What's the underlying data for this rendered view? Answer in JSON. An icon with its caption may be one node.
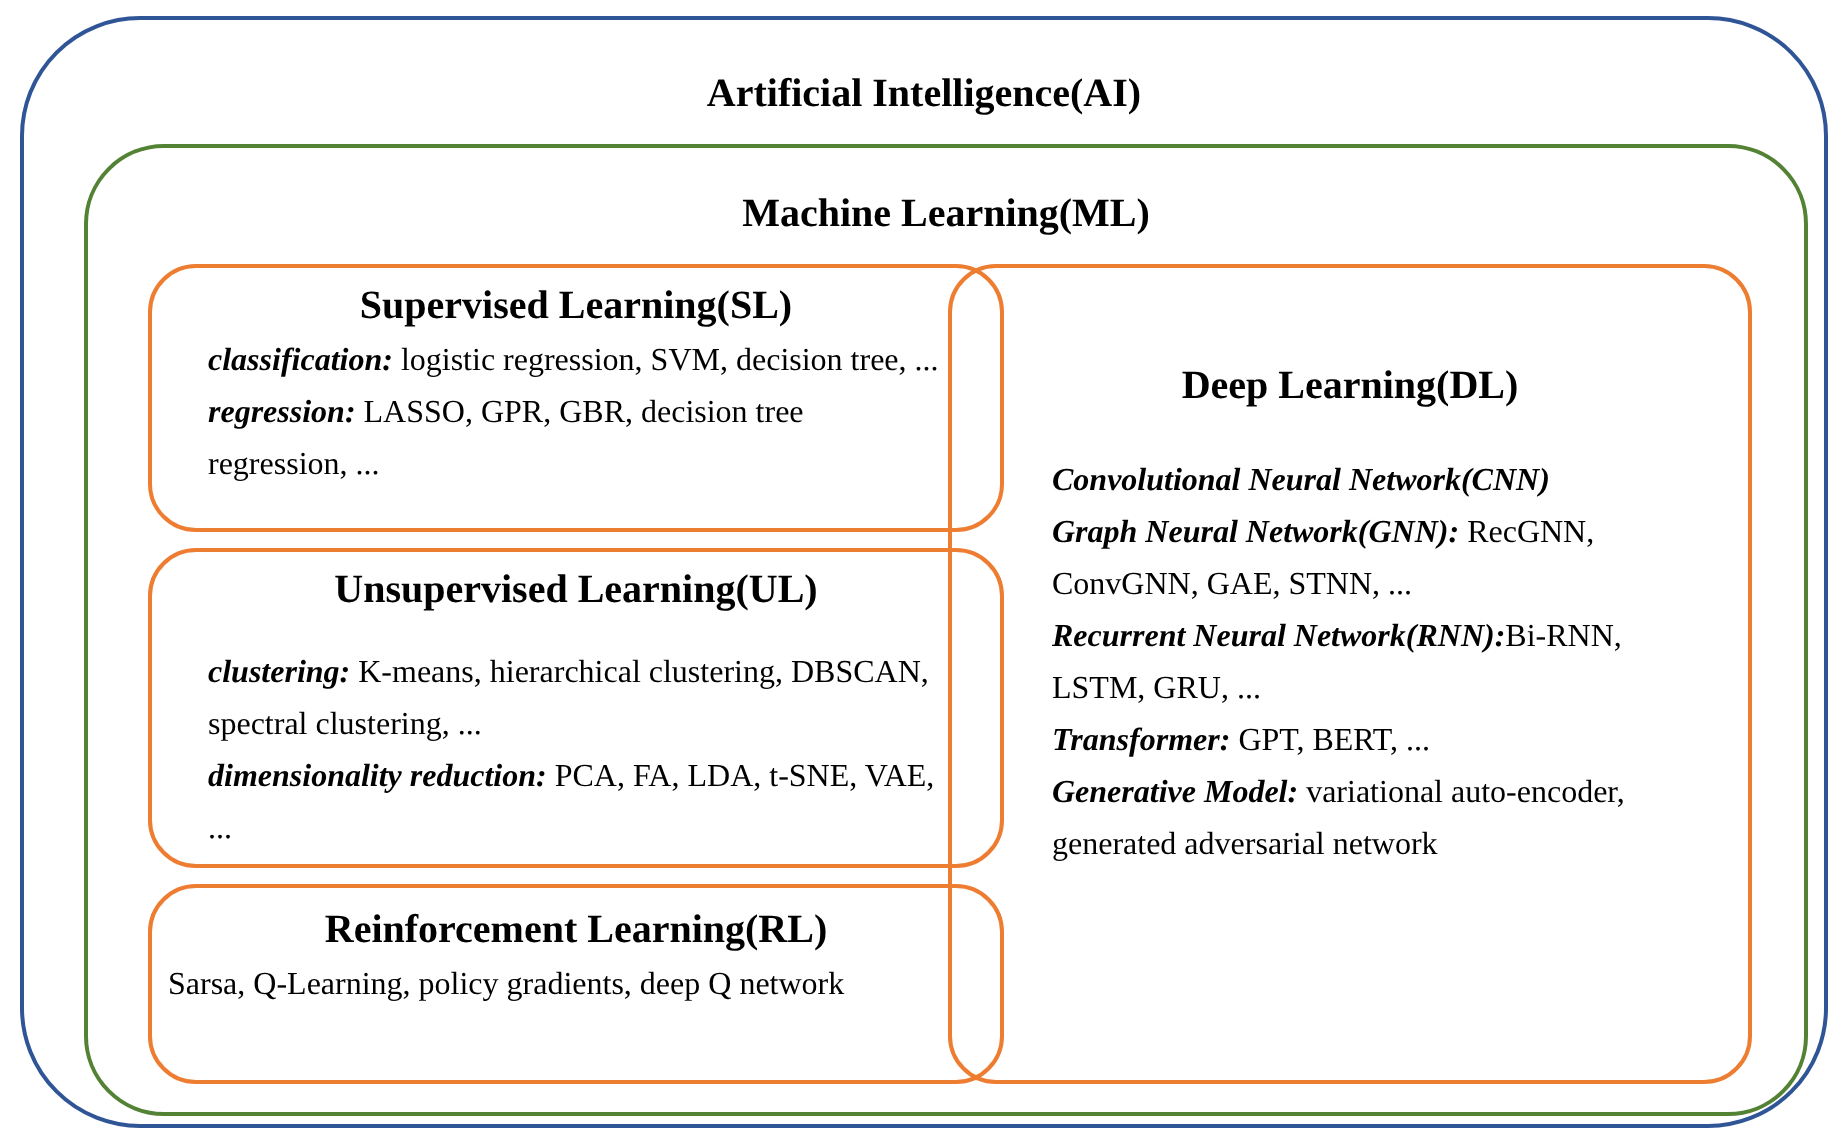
{
  "diagram": {
    "nodes": [
      {
        "text": [
          "Artificial Intelligence(AI)"
        ]
      },
      {
        "text": [
          "Machine Learning(ML)"
        ],
        "in": 0
      },
      {
        "text": [
          "Supervised Learning(SL)",
          "**classification:** logistic regression, SVM, decision tree, ...",
          "**regression:** LASSO, GPR, GBR, decision tree regression, ..."
        ],
        "in": 1
      },
      {
        "text": [
          "Unsupervised Learning(UL)",
          "**clustering:** K-means, hierarchical clustering, DBSCAN, spectral clustering, ...",
          "**dimensionality reduction:** PCA, FA, LDA, t-SNE, VAE, ..."
        ],
        "in": 1
      },
      {
        "text": [
          "Reinforcement Learning(RL)",
          "Sarsa, Q-Learning, policy gradients, deep Q network"
        ],
        "in": 1
      },
      {
        "text": [
          "Deep Learning(DL)",
          "**Convolutional Neural Network(CNN)**",
          "**Graph Neural Network(GNN):** RecGNN, ConvGNN, GAE, STNN, ...",
          "**Recurrent Neural Network(RNN):**Bi-RNN, LSTM, GRU, ...",
          "**Transformer:** GPT, BERT, ...",
          "**Generative Model:** variational auto-encoder, generated adversarial network"
        ],
        "in": 1
      }
    ]
  }
}
